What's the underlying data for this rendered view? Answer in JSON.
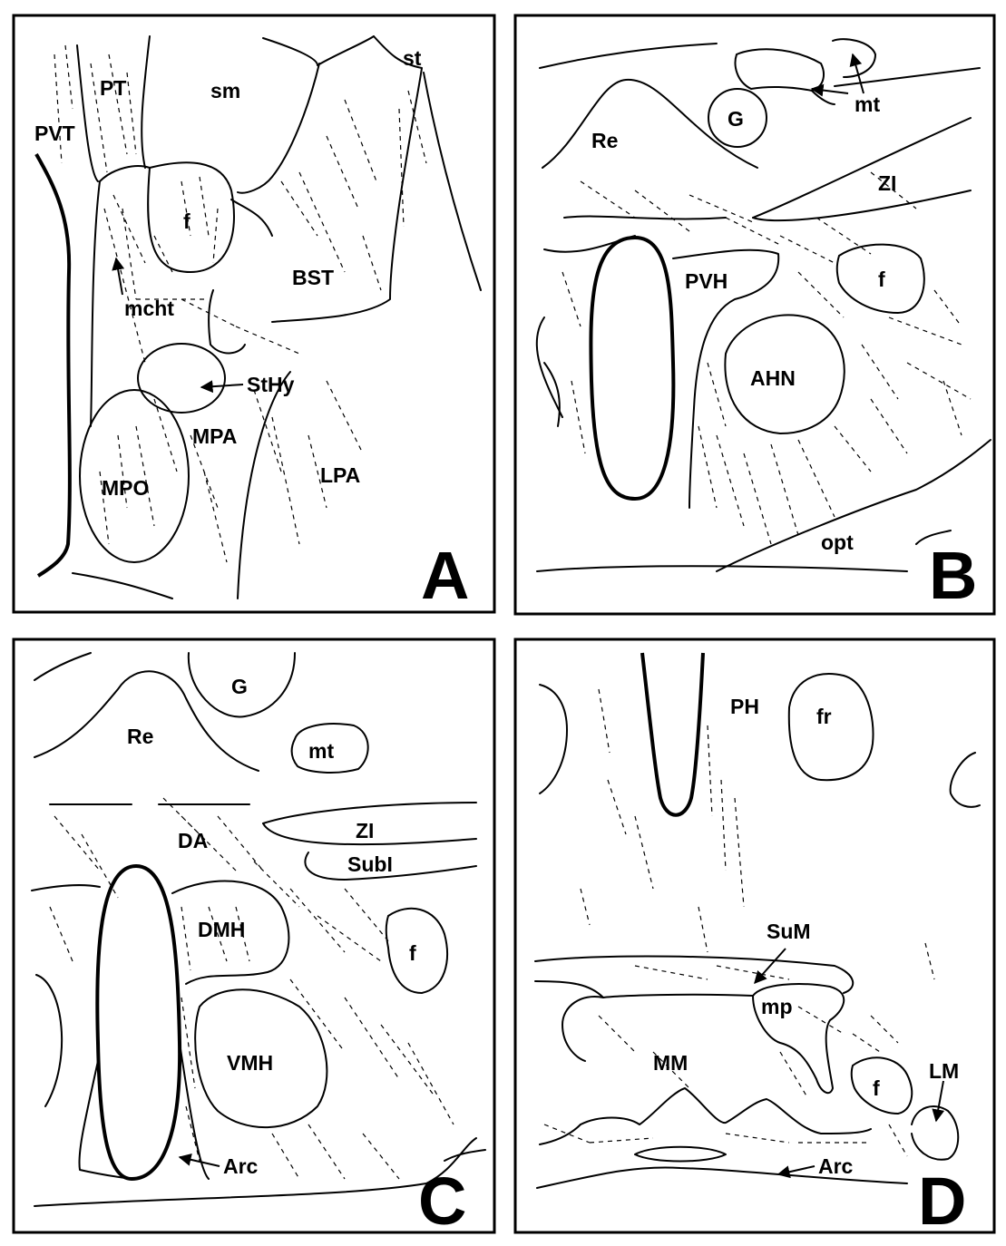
{
  "panels": [
    {
      "letter": "A",
      "labels": {
        "pt": "PT",
        "pvt": "PVT",
        "sm": "sm",
        "st": "st",
        "f": "f",
        "bst": "BST",
        "mcht": "mcht",
        "sthy": "StHy",
        "mpa": "MPA",
        "mpo": "MPO",
        "lpa": "LPA"
      }
    },
    {
      "letter": "B",
      "labels": {
        "re": "Re",
        "g": "G",
        "mt": "mt",
        "zi": "ZI",
        "pvh": "PVH",
        "f": "f",
        "ahn": "AHN",
        "opt": "opt"
      }
    },
    {
      "letter": "C",
      "labels": {
        "g": "G",
        "re": "Re",
        "mt": "mt",
        "zi": "ZI",
        "da": "DA",
        "subi": "SubI",
        "dmh": "DMH",
        "f": "f",
        "vmh": "VMH",
        "arc": "Arc"
      }
    },
    {
      "letter": "D",
      "labels": {
        "ph": "PH",
        "fr": "fr",
        "sum": "SuM",
        "mp": "mp",
        "mm": "MM",
        "f": "f",
        "lm": "LM",
        "arc": "Arc"
      }
    }
  ]
}
